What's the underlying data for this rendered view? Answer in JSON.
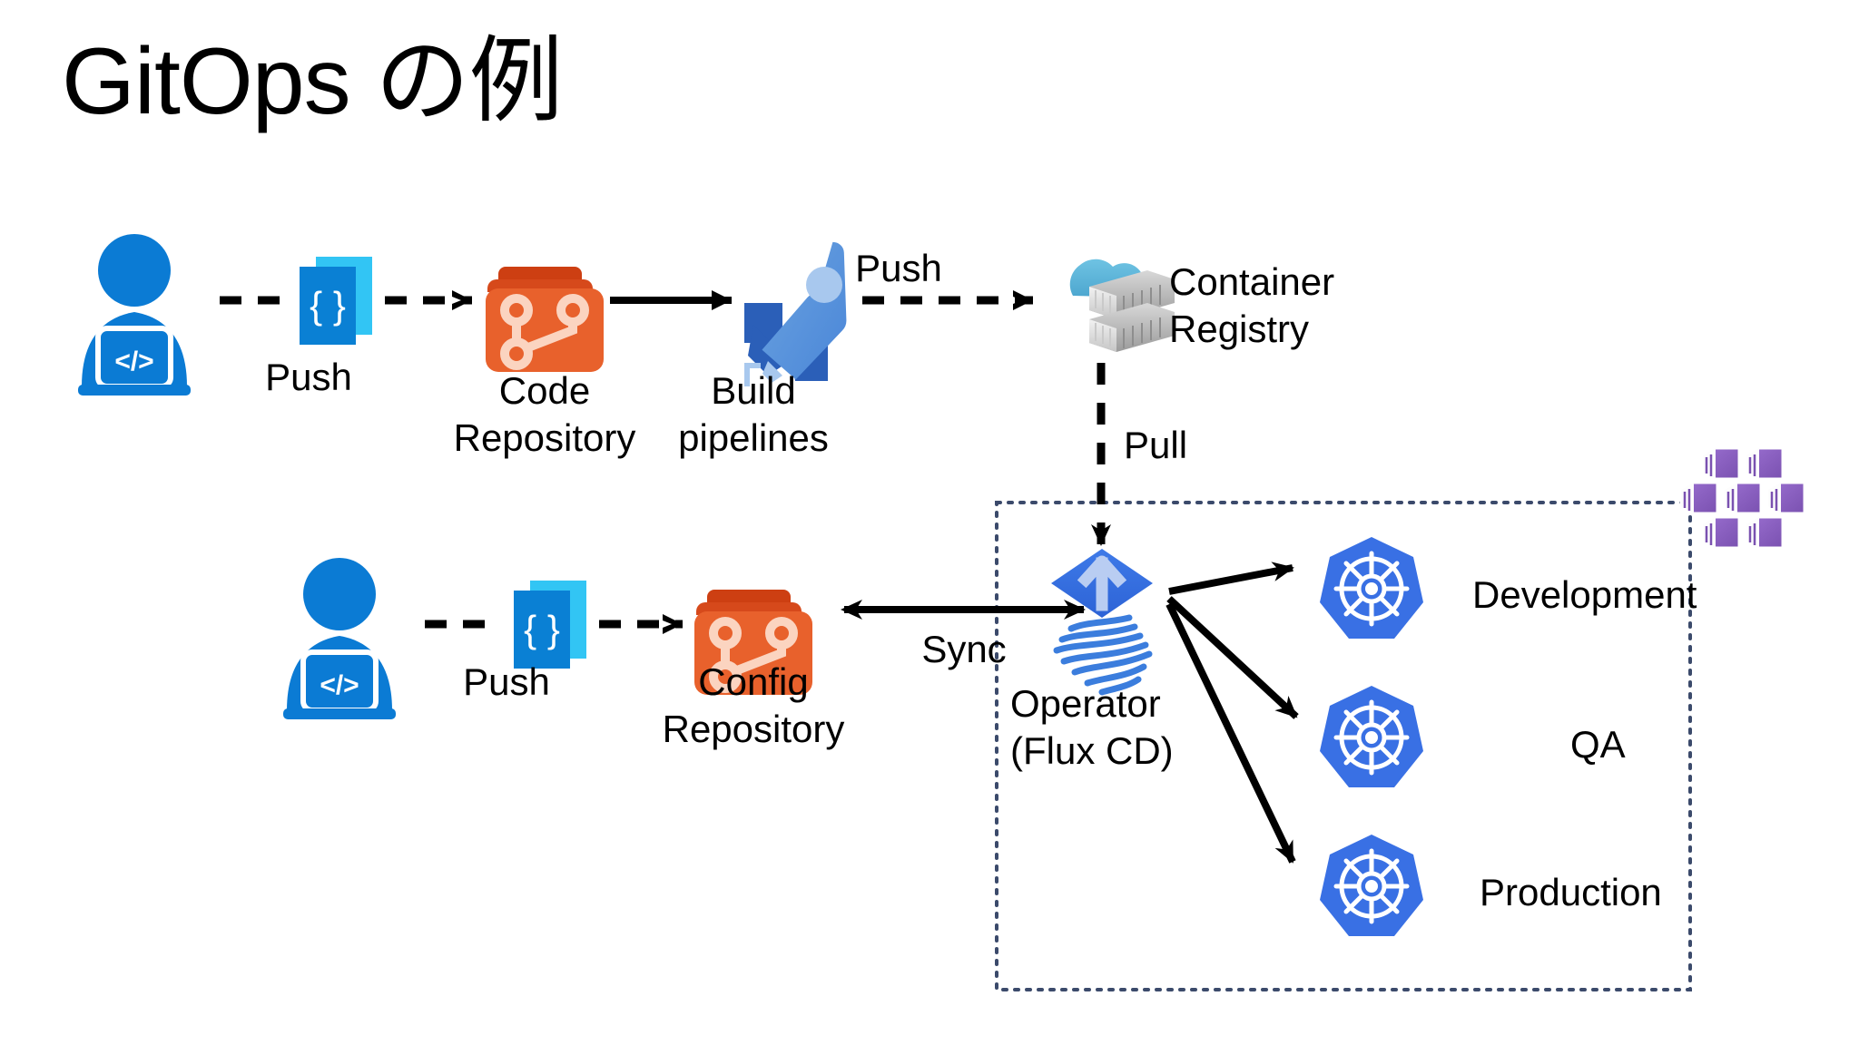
{
  "page": {
    "title": "GitOps の例",
    "background_color": "#ffffff"
  },
  "colors": {
    "azure_blue": "#0078d4",
    "repo_orange": "#e8612c",
    "repo_orange_dark": "#d64b1f",
    "pipeline_blue": "#5b9bd5",
    "pipeline_blue_dark": "#2b5fb8",
    "json_cyan": "#32c5f4",
    "json_blue": "#0a80d4",
    "registry_cloud": "#59b4d9",
    "registry_gray": "#a0a1a2",
    "kubernetes_blue": "#3970e4",
    "flux_blue": "#326ce5",
    "aks_purple": "#8661c5",
    "boundary_dots": "#3b4a6b",
    "arrow_black": "#000000"
  },
  "diagram": {
    "type": "flow-diagram",
    "nodes": [
      {
        "id": "developer-top",
        "name": "developer",
        "label": "",
        "icon": "developer-icon"
      },
      {
        "id": "code-file",
        "name": "code-file",
        "label": "Push",
        "icon": "json-file-icon"
      },
      {
        "id": "code-repo",
        "name": "code-repository",
        "label": "Code\nRepository",
        "icon": "git-repo-icon"
      },
      {
        "id": "build-pipelines",
        "name": "build-pipelines",
        "label": "Build\npipelines",
        "icon": "rocket-icon"
      },
      {
        "id": "container-registry",
        "name": "container-registry",
        "label": "Container\nRegistry",
        "icon": "container-registry-icon"
      },
      {
        "id": "developer-bottom",
        "name": "developer",
        "label": "",
        "icon": "developer-icon"
      },
      {
        "id": "config-file",
        "name": "config-file",
        "label": "Push",
        "icon": "json-file-icon"
      },
      {
        "id": "config-repo",
        "name": "config-repository",
        "label": "Config\nRepository",
        "icon": "git-repo-icon"
      },
      {
        "id": "operator",
        "name": "operator",
        "label": "Operator\n(Flux CD)",
        "icon": "flux-cd-icon"
      },
      {
        "id": "cluster-dev",
        "name": "kubernetes-cluster",
        "label": "Development",
        "icon": "kubernetes-icon"
      },
      {
        "id": "cluster-qa",
        "name": "kubernetes-cluster",
        "label": "QA",
        "icon": "kubernetes-icon"
      },
      {
        "id": "cluster-prod",
        "name": "kubernetes-cluster",
        "label": "Production",
        "icon": "kubernetes-icon"
      },
      {
        "id": "aks-cluster-badge",
        "name": "aks-cluster-badge",
        "label": "",
        "icon": "aks-containers-icon"
      }
    ],
    "edges": [
      {
        "id": "e1",
        "from": "developer-top",
        "to": "code-file",
        "label": "",
        "style": "dashed"
      },
      {
        "id": "e2",
        "from": "code-file",
        "to": "code-repo",
        "label": "",
        "style": "dashed"
      },
      {
        "id": "e3",
        "from": "code-repo",
        "to": "build-pipelines",
        "label": "",
        "style": "solid"
      },
      {
        "id": "e4",
        "from": "build-pipelines",
        "to": "container-registry",
        "label": "Push",
        "style": "dashed"
      },
      {
        "id": "e5",
        "from": "container-registry",
        "to": "operator",
        "label": "Pull",
        "style": "dashed"
      },
      {
        "id": "e6",
        "from": "developer-bottom",
        "to": "config-file",
        "label": "",
        "style": "dashed"
      },
      {
        "id": "e7",
        "from": "config-file",
        "to": "config-repo",
        "label": "",
        "style": "dashed"
      },
      {
        "id": "e8",
        "from": "config-repo",
        "to": "operator",
        "label": "Sync",
        "style": "solid",
        "arrows": "both"
      },
      {
        "id": "e9",
        "from": "operator",
        "to": "cluster-dev",
        "label": "",
        "style": "solid"
      },
      {
        "id": "e10",
        "from": "operator",
        "to": "cluster-qa",
        "label": "",
        "style": "solid"
      },
      {
        "id": "e11",
        "from": "operator",
        "to": "cluster-prod",
        "label": "",
        "style": "solid"
      }
    ],
    "boundary": {
      "name": "cluster-boundary",
      "style": "dotted",
      "color": "#3b4a6b"
    }
  },
  "labels": {
    "push_top": "Push",
    "code_repository": "Code\nRepository",
    "build_pipelines": "Build\npipelines",
    "push_registry": "Push",
    "container_registry": "Container\nRegistry",
    "pull": "Pull",
    "push_bottom": "Push",
    "config_repository": "Config\nRepository",
    "sync": "Sync",
    "operator": "Operator\n(Flux CD)",
    "development": "Development",
    "qa": "QA",
    "production": "Production"
  }
}
